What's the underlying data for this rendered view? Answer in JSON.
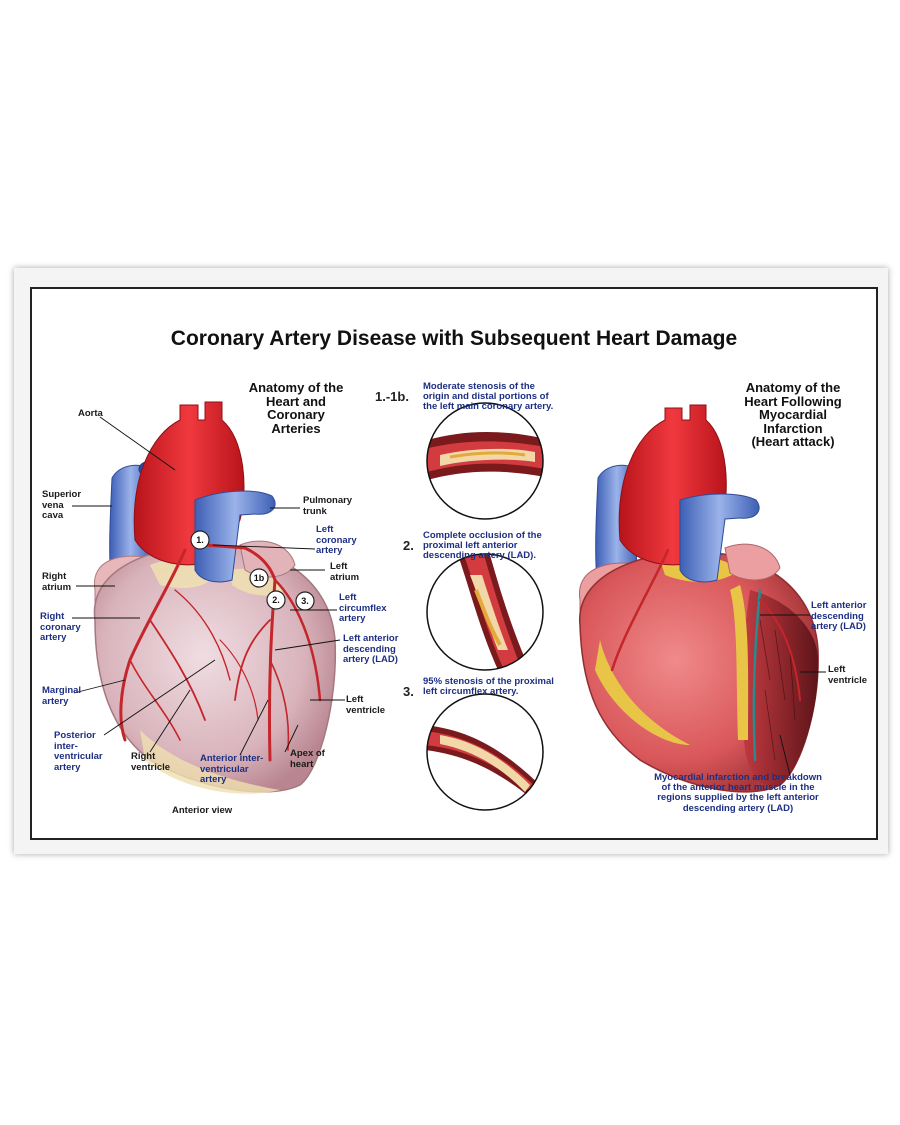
{
  "title": "Coronary Artery Disease with Subsequent Heart Damage",
  "left_panel": {
    "heading": "Anatomy of the\nHeart and\nCoronary\nArteries",
    "view": "Anterior view",
    "labels": {
      "aorta": "Aorta",
      "svc": "Superior\nvena\ncava",
      "pulmonary": "Pulmonary\ntrunk",
      "lca": "Left\ncoronary\nartery",
      "left_atrium": "Left\natrium",
      "right_atrium": "Right\natrium",
      "rca": "Right\ncoronary\nartery",
      "circumflex": "Left\ncircumflex\nartery",
      "lad": "Left anterior\ndescending\nartery (LAD)",
      "marginal": "Marginal\nartery",
      "left_ventricle": "Left\nventricle",
      "posterior": "Posterior\ninter-\nventricular\nartery",
      "right_ventricle": "Right\nventricle",
      "anterior_inter": "Anterior inter-\nventricular\nartery",
      "apex": "Apex of\nheart"
    },
    "markers": [
      "1.",
      "1b",
      "2.",
      "3."
    ]
  },
  "middle_panel": {
    "items": [
      {
        "num": "1.-1b.",
        "caption": "Moderate stenosis of the\norigin and distal portions of\nthe left main coronary artery."
      },
      {
        "num": "2.",
        "caption": "Complete occlusion of the\nproximal left anterior\ndescending artery (LAD)."
      },
      {
        "num": "3.",
        "caption": "95% stenosis of the proximal\nleft circumflex artery."
      }
    ]
  },
  "right_panel": {
    "heading": "Anatomy of the\nHeart Following\nMyocardial\nInfarction\n(Heart attack)",
    "labels": {
      "lad": "Left anterior\ndescending\nartery (LAD)",
      "left_ventricle": "Left\nventricle"
    },
    "caption": "Myocardial infarction and breakdown\nof the anterior heart muscle in the\nregions supplied by the left anterior\ndescending artery (LAD)"
  },
  "colors": {
    "artery_red": "#d8232a",
    "vein_blue": "#5b7fd0",
    "muscle": "#e9c9cf",
    "fat": "#e8c546",
    "label_blue": "#1d2f82"
  }
}
